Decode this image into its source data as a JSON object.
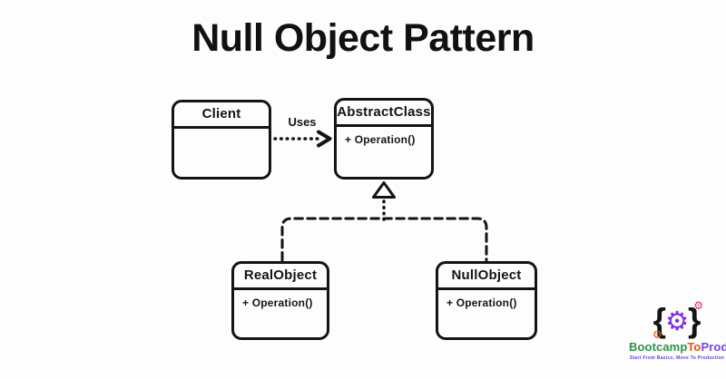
{
  "title": "Null Object Pattern",
  "diagram": {
    "classes": [
      {
        "name": "Client",
        "members": []
      },
      {
        "name": "AbstractClass",
        "members": [
          "+ Operation()"
        ]
      },
      {
        "name": "RealObject",
        "members": [
          "+ Operation()"
        ]
      },
      {
        "name": "NullObject",
        "members": [
          "+ Operation()"
        ]
      }
    ],
    "relationships": [
      {
        "type": "dependency",
        "from": "Client",
        "to": "AbstractClass",
        "label": "Uses",
        "line_style": "dotted-open-arrow"
      },
      {
        "type": "realization",
        "from": "RealObject",
        "to": "AbstractClass",
        "label": "",
        "line_style": "dashed-hollow-triangle"
      },
      {
        "type": "realization",
        "from": "NullObject",
        "to": "AbstractClass",
        "label": "",
        "line_style": "dashed-hollow-triangle"
      }
    ]
  },
  "logo": {
    "brace_left": "{",
    "brace_right": "}",
    "gear_icon": "⚙",
    "small_gear_icon": "⚙",
    "brand_part1": "Bootcamp",
    "brand_part2": "To",
    "brand_part3": "Prod",
    "tagline": "Start From Basics, Move To Production",
    "colors": {
      "ink": "#141414",
      "brand_green": "#2b9348",
      "brand_orange": "#e8590c",
      "brand_purple": "#7048e8",
      "gear_purple": "#7d2ae8",
      "small_gear_pink": "#d6336c",
      "small_gear_orange": "#e8590c"
    }
  }
}
